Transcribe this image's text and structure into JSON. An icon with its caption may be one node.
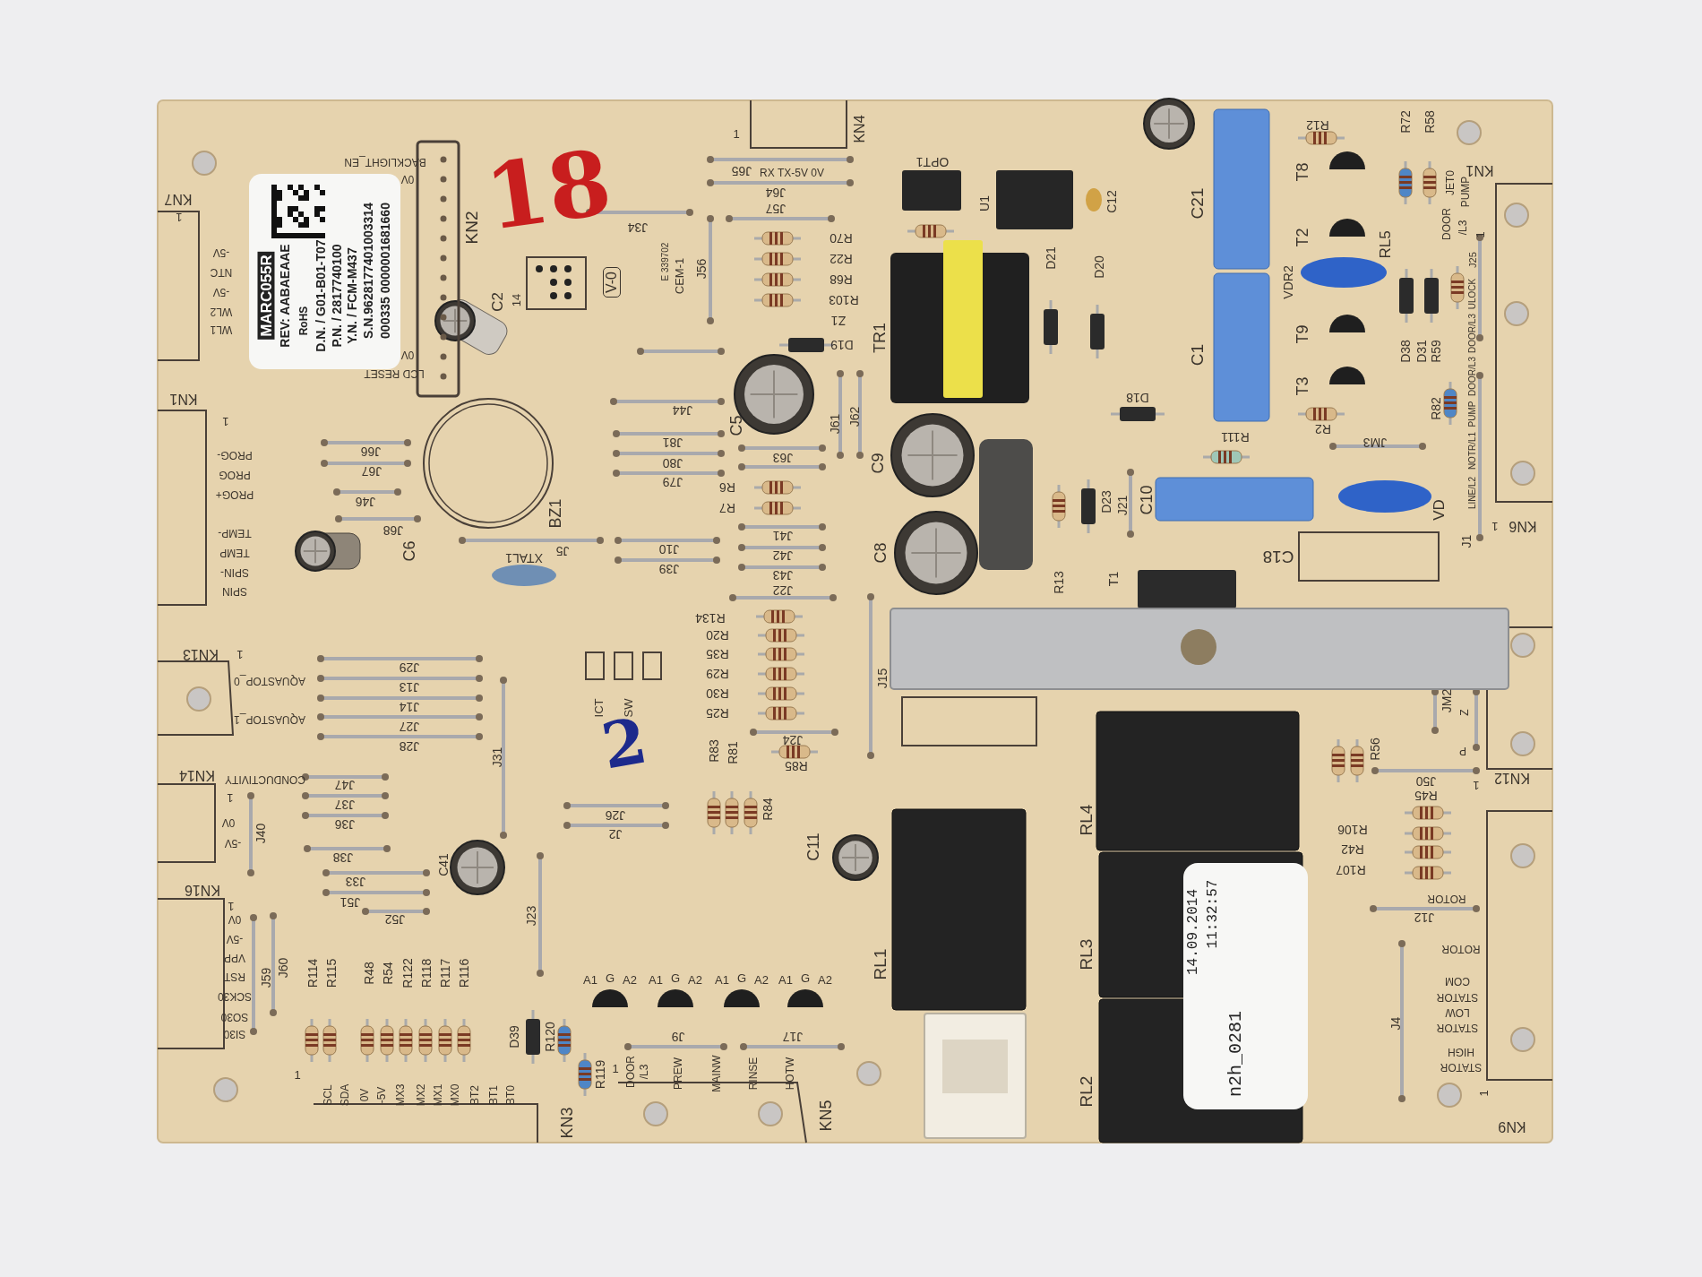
{
  "diagram": {
    "labels": [
      "KN7",
      "1",
      "BACKLIGHT_EN",
      "0V",
      "18",
      "KN4",
      "1",
      "J65",
      "RX TX-5V 0V",
      "OPT1",
      "R12",
      "R72",
      "R58",
      "KN1",
      "JET0",
      "PUMP",
      "D21",
      "D20",
      "U1",
      "C12",
      "C21",
      "T8",
      "J64",
      "J57",
      "J34",
      "KN2",
      "R70",
      "R22",
      "R68",
      "R103",
      "Z1",
      "D19",
      "J56",
      "C2",
      "14",
      "V-0",
      "E 339702",
      "CEM-1",
      "MARC055R",
      "REV: AABAEAAE",
      "RoHS",
      "D.N. / G01-B01-T07",
      "P.N. / 2817740100",
      "Y.N. / FCM-M437",
      "S.N.9628177401003314",
      "000335 0000001681660",
      "0V",
      "LCD RESET",
      "-5V",
      "NTC",
      "-5V",
      "WL2",
      "WL1",
      "DOOR",
      "/L3",
      "1",
      "T2",
      "RL5",
      "VDR2",
      "J25",
      "ULOCK",
      "TR1",
      "C1",
      "D38",
      "D31",
      "R59",
      "T9",
      "DOOR/L3",
      "DOOR/L3",
      "T3",
      "D18",
      "R82",
      "KN1",
      "1",
      "J44",
      "R2",
      "C5",
      "J61",
      "J62",
      "R111",
      "J81",
      "JM3",
      "J66",
      "PROG-",
      "PUMP",
      "NOTR/L1",
      "J63",
      "C9",
      "J80",
      "J67",
      "PROG",
      "J79",
      "R6",
      "PROG+",
      "J46",
      "BZ1",
      "R7",
      "D23",
      "J21",
      "C10",
      "VD",
      "LINE/L2",
      "TEMP-",
      "J68",
      "J41",
      "J1",
      "1",
      "KN6",
      "TEMP",
      "C6",
      "XTAL1",
      "J5",
      "J10",
      "J42",
      "C8",
      "C18",
      "SPIN-",
      "J39",
      "J43",
      "R13",
      "T1",
      "SPIN",
      "J22",
      "R134",
      "R20",
      "KN13",
      "1",
      "R35",
      "J29",
      "R29",
      "J15",
      "AQUASTOP_0",
      "J13",
      "R30",
      "JM2",
      "Z",
      "ICT",
      "SW",
      "J14",
      "R25",
      "AQUASTOP_1",
      "J27",
      "J24",
      "2",
      "J28",
      "R83",
      "R81",
      "R56",
      "P",
      "J31",
      "R85",
      "KN14",
      "CONDUCTIVITY",
      "J47",
      "J50",
      "1",
      "KN12",
      "1",
      "J37",
      "R84",
      "R45",
      "J26",
      "RL4",
      "0V",
      "J36",
      "R106",
      "J40",
      "J2",
      "-5V",
      "C11",
      "R42",
      "J38",
      "C41",
      "R107",
      "J33",
      "KN16",
      "1",
      "J51",
      "ROTOR",
      "0V",
      "J52",
      "J23",
      "14.09.2014",
      "11:32:57",
      "J12",
      "-5V",
      "ROTOR",
      "RL3",
      "VPP",
      "RL1",
      "J60",
      "R114",
      "R115",
      "R48",
      "R54",
      "R122",
      "R118",
      "R117",
      "R116",
      "RST",
      "J59",
      "A1",
      "G",
      "A2",
      "A1",
      "G",
      "A2",
      "A1",
      "G",
      "A2",
      "A1",
      "G",
      "A2",
      "COM",
      "SCK30",
      "STATOR",
      "LOW",
      "SO30",
      "J4",
      "STATOR",
      "SI30",
      "D39",
      "R120",
      "J9",
      "J17",
      "n2h_0281",
      "HIGH",
      "1",
      "R119",
      "1",
      "DOOR",
      "/L3",
      "PREW",
      "MAINW",
      "RINSE",
      "HOTW",
      "STATOR",
      "SCL",
      "SDA",
      "0V",
      "-5V",
      "MX3",
      "MX2",
      "MX1",
      "MX0",
      "BT2",
      "BT1",
      "BT0",
      "RL2",
      "1",
      "KN3",
      "KN5",
      "KN9"
    ]
  }
}
